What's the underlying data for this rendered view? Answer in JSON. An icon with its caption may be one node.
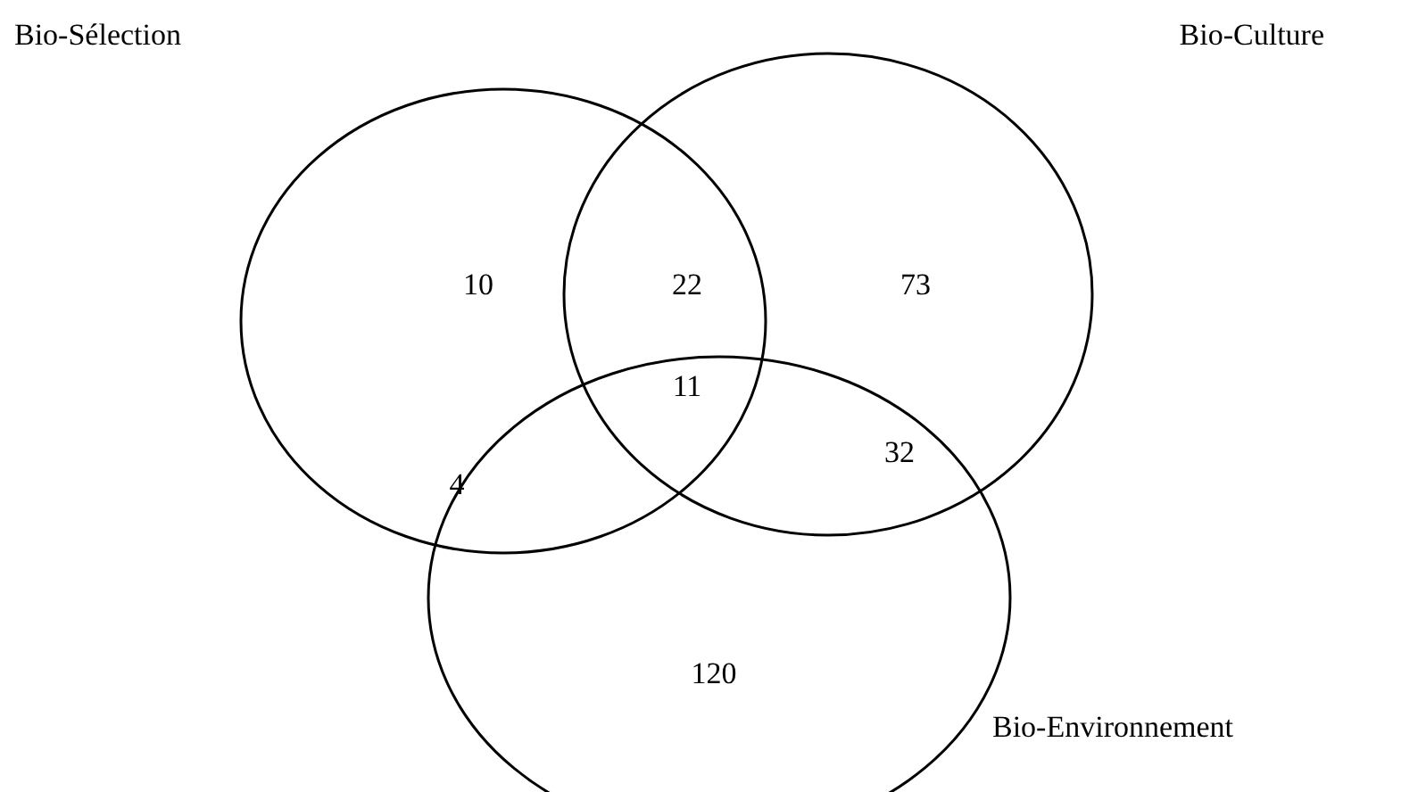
{
  "diagram": {
    "nodes": [
      {
        "text": [
          "Bio-Sélection"
        ]
      },
      {
        "text": [
          "Bio-Culture"
        ]
      },
      {
        "text": [
          "Bio-Environnement"
        ]
      }
    ],
    "edges": [],
    "labels": [
      "10",
      "22",
      "73",
      "11",
      "4",
      "32",
      "120"
    ]
  }
}
